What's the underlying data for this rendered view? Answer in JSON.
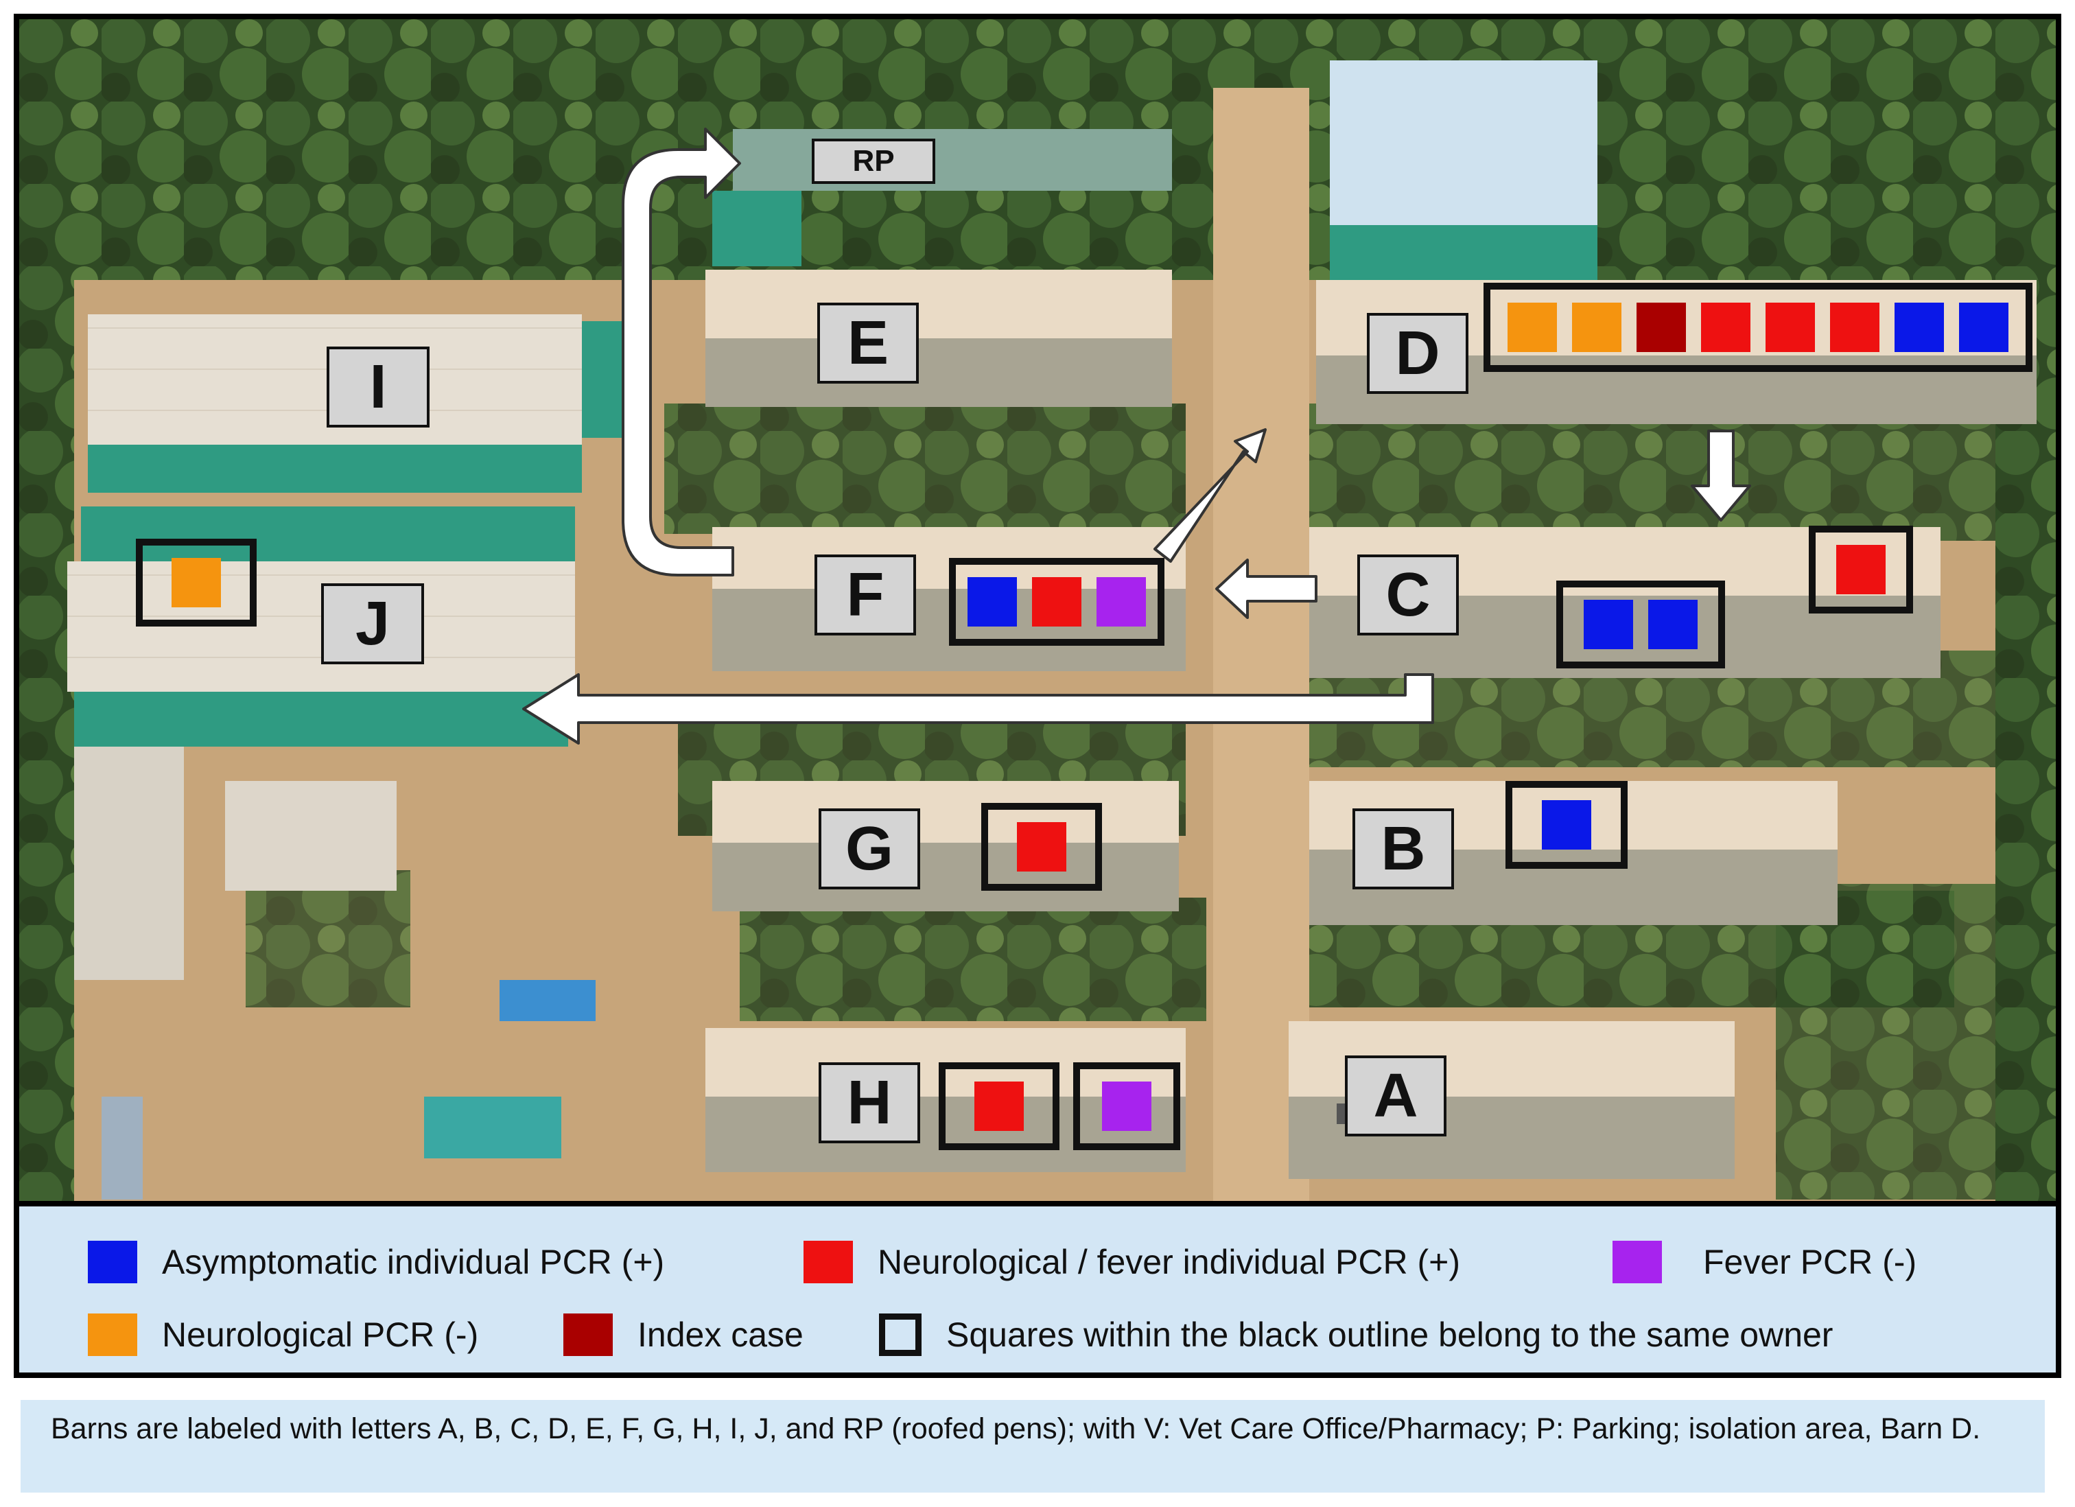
{
  "colors": {
    "asymptomatic": "#0a18e8",
    "neuro_fever": "#ee1111",
    "fever_neg": "#a723ee",
    "neuro_neg": "#f5940f",
    "index_case": "#a90000",
    "legend_bg": "#d3e6f5"
  },
  "barns": {
    "I": "I",
    "J": "J",
    "E": "E",
    "F": "F",
    "D": "D",
    "C": "C",
    "G": "G",
    "B": "B",
    "H": "H",
    "A": "A",
    "RP": "RP"
  },
  "owner_groups": {
    "D": [
      "neuro_neg",
      "neuro_neg",
      "index_case",
      "neuro_fever",
      "neuro_fever",
      "neuro_fever",
      "asymptomatic",
      "asymptomatic"
    ],
    "J": [
      "neuro_neg"
    ],
    "F": [
      "asymptomatic",
      "neuro_fever",
      "fever_neg"
    ],
    "C_main": [
      "asymptomatic",
      "asymptomatic"
    ],
    "C_right": [
      "neuro_fever"
    ],
    "B": [
      "asymptomatic"
    ],
    "G": [
      "neuro_fever"
    ],
    "H_left": [
      "neuro_fever"
    ],
    "H_right": [
      "fever_neg"
    ]
  },
  "legend": {
    "asymptomatic": "Asymptomatic individual PCR (+)",
    "neuro_fever": "Neurological / fever individual PCR (+)",
    "fever_neg": "Fever PCR (-)",
    "neuro_neg": "Neurological PCR (-)",
    "index_case": "Index case",
    "owner": "Squares within the black outline belong to the same owner"
  },
  "caption": "Barns are labeled with letters A, B, C, D, E, F, G, H, I, J, and RP (roofed pens); with V: Vet Care Office/Pharmacy; P: Parking; isolation area, Barn D."
}
